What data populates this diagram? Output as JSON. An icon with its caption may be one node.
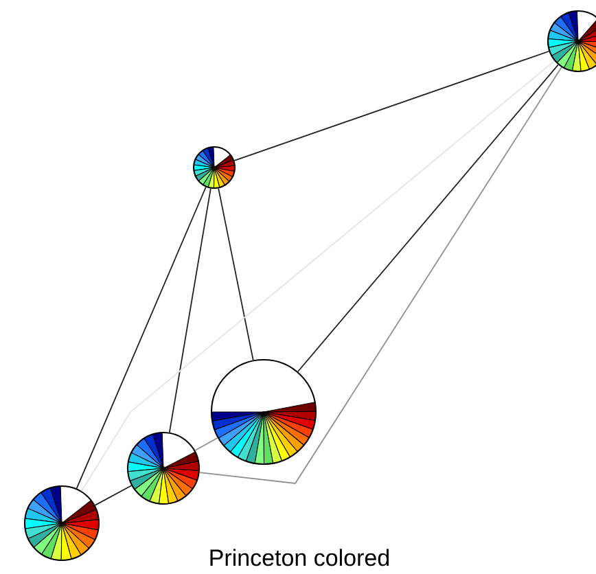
{
  "diagram": {
    "caption": "Princeton colored",
    "nodes": [
      {
        "text": [],
        "shape": "circle"
      },
      {
        "text": [],
        "shape": "circle"
      },
      {
        "text": [],
        "shape": "circle"
      },
      {
        "text": [],
        "shape": "circle"
      },
      {
        "text": [],
        "shape": "circle"
      }
    ],
    "edges": [
      {
        "from": 0,
        "to": 1,
        "arrow": "none"
      },
      {
        "from": 1,
        "to": 2,
        "arrow": "none"
      },
      {
        "from": 1,
        "to": 3,
        "arrow": "none"
      },
      {
        "from": 1,
        "to": 4,
        "arrow": "none"
      },
      {
        "from": 0,
        "to": 2,
        "arrow": "none"
      },
      {
        "from": 0,
        "to": 3,
        "arrow": "none",
        "color": "#909090"
      },
      {
        "from": 0,
        "to": 4,
        "arrow": "none",
        "color": "#e4e4e4"
      },
      {
        "from": 2,
        "to": 3,
        "arrow": "none",
        "color": "#909090"
      },
      {
        "from": 3,
        "to": 4,
        "arrow": "none"
      }
    ]
  }
}
